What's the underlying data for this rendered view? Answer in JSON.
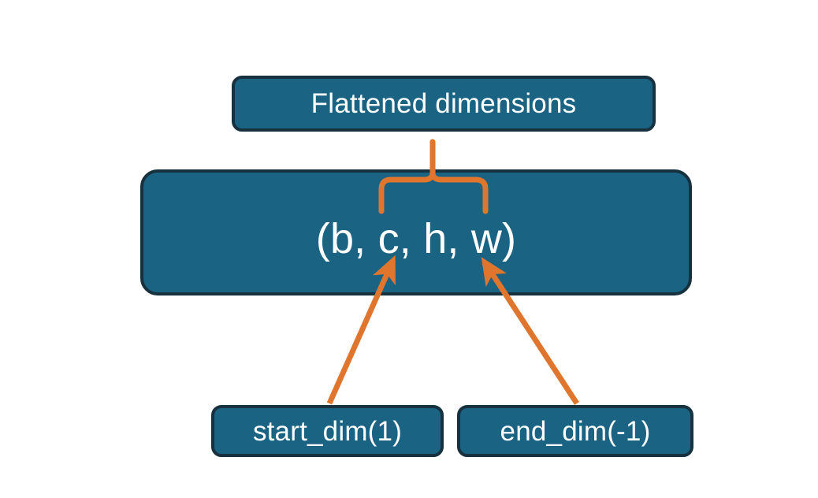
{
  "diagram": {
    "title_box": {
      "label": "Flattened dimensions"
    },
    "shape_box": {
      "label": "(b, c, h, w)"
    },
    "start_box": {
      "label": "start_dim(1)"
    },
    "end_box": {
      "label": "end_dim(-1)"
    },
    "annotations": {
      "brace_name": "curly-brace-over-c-h-w",
      "arrow_start_name": "arrow-start-dim-to-c",
      "arrow_end_name": "arrow-end-dim-to-w"
    },
    "colors": {
      "box_fill": "#1a6383",
      "box_border": "#17313f",
      "box_text": "#ffffff",
      "accent": "#e0762e",
      "background": "#ffffff"
    }
  }
}
